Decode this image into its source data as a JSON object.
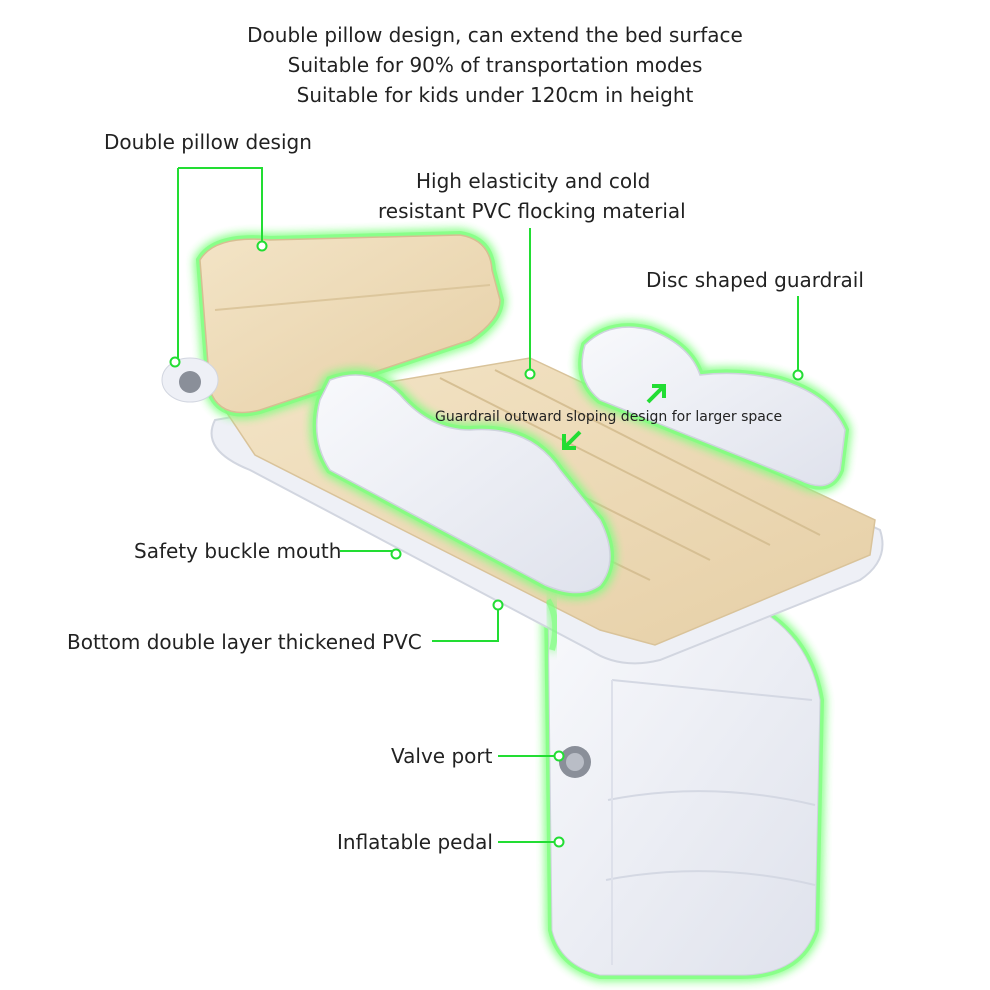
{
  "header": {
    "line1": "Double pillow design, can extend the bed surface",
    "line2": "Suitable for 90% of transportation modes",
    "line3": "Suitable for kids under 120cm in height"
  },
  "callouts": {
    "double_pillow": "Double pillow design",
    "material": "High elasticity and cold\nresistant PVC flocking material",
    "material_line1": "High elasticity and cold",
    "material_line2": "resistant PVC flocking material",
    "guardrail": "Disc shaped guardrail",
    "guardrail_slope": "Guardrail outward sloping design for larger space",
    "safety_buckle": "Safety buckle mouth",
    "bottom_layer": "Bottom double layer thickened PVC",
    "valve_port": "Valve port",
    "pedal": "Inflatable pedal"
  },
  "colors": {
    "accent_green": "#22dd33",
    "glow_green": "#7dff7d",
    "mattress_top": "#eedcbc",
    "pvc_white": "#eef0f6"
  }
}
